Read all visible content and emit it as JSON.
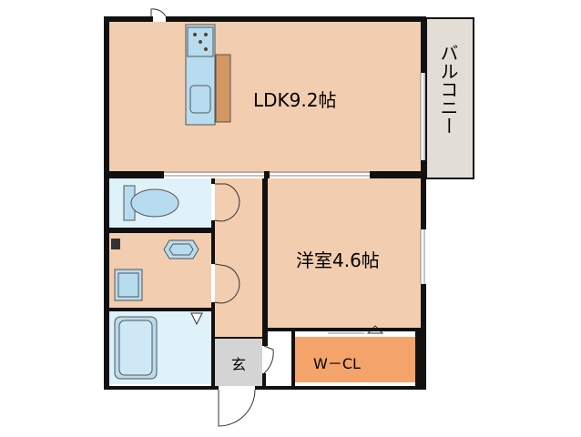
{
  "rooms": {
    "ldk": {
      "label": "LDK9.2帖"
    },
    "western": {
      "label": "洋室4.6帖"
    },
    "walk_in_closet": {
      "label": "W－CL"
    },
    "entrance": {
      "label": "玄"
    },
    "balcony": {
      "label": "バルコニー"
    }
  },
  "colors": {
    "wall": "#111111",
    "living_floor": "#f3cdb0",
    "wet_area_floor": "#dff1f9",
    "fixture_blue": "#b8dcef",
    "closet": "#f4a46a",
    "balcony": "#e2ddd5",
    "entrance": "#d4d4d4",
    "counter": "#d49662"
  }
}
